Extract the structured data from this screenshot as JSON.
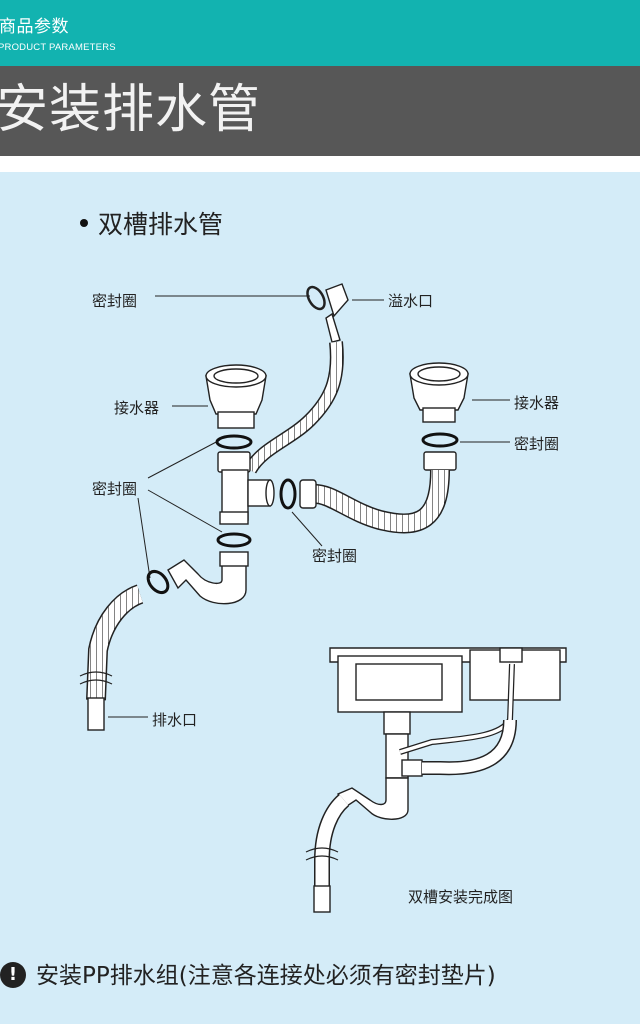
{
  "header": {
    "title_zh": "商品参数",
    "title_en": "PRODUCT PARAMETERS"
  },
  "section": {
    "title": "安装排水管"
  },
  "diagram": {
    "subtitle": "双槽排水管",
    "labels": {
      "seal_ring_top": "密封圈",
      "overflow_port": "溢水口",
      "strainer_left": "接水器",
      "strainer_right": "接水器",
      "seal_ring_right": "密封圈",
      "seal_rings_left": "密封圈",
      "seal_ring_middle": "密封圈",
      "drain_outlet": "排水口",
      "completed_caption": "双槽安装完成图"
    }
  },
  "note": {
    "text": "安装PP排水组(注意各连接处必须有密封垫片)"
  }
}
